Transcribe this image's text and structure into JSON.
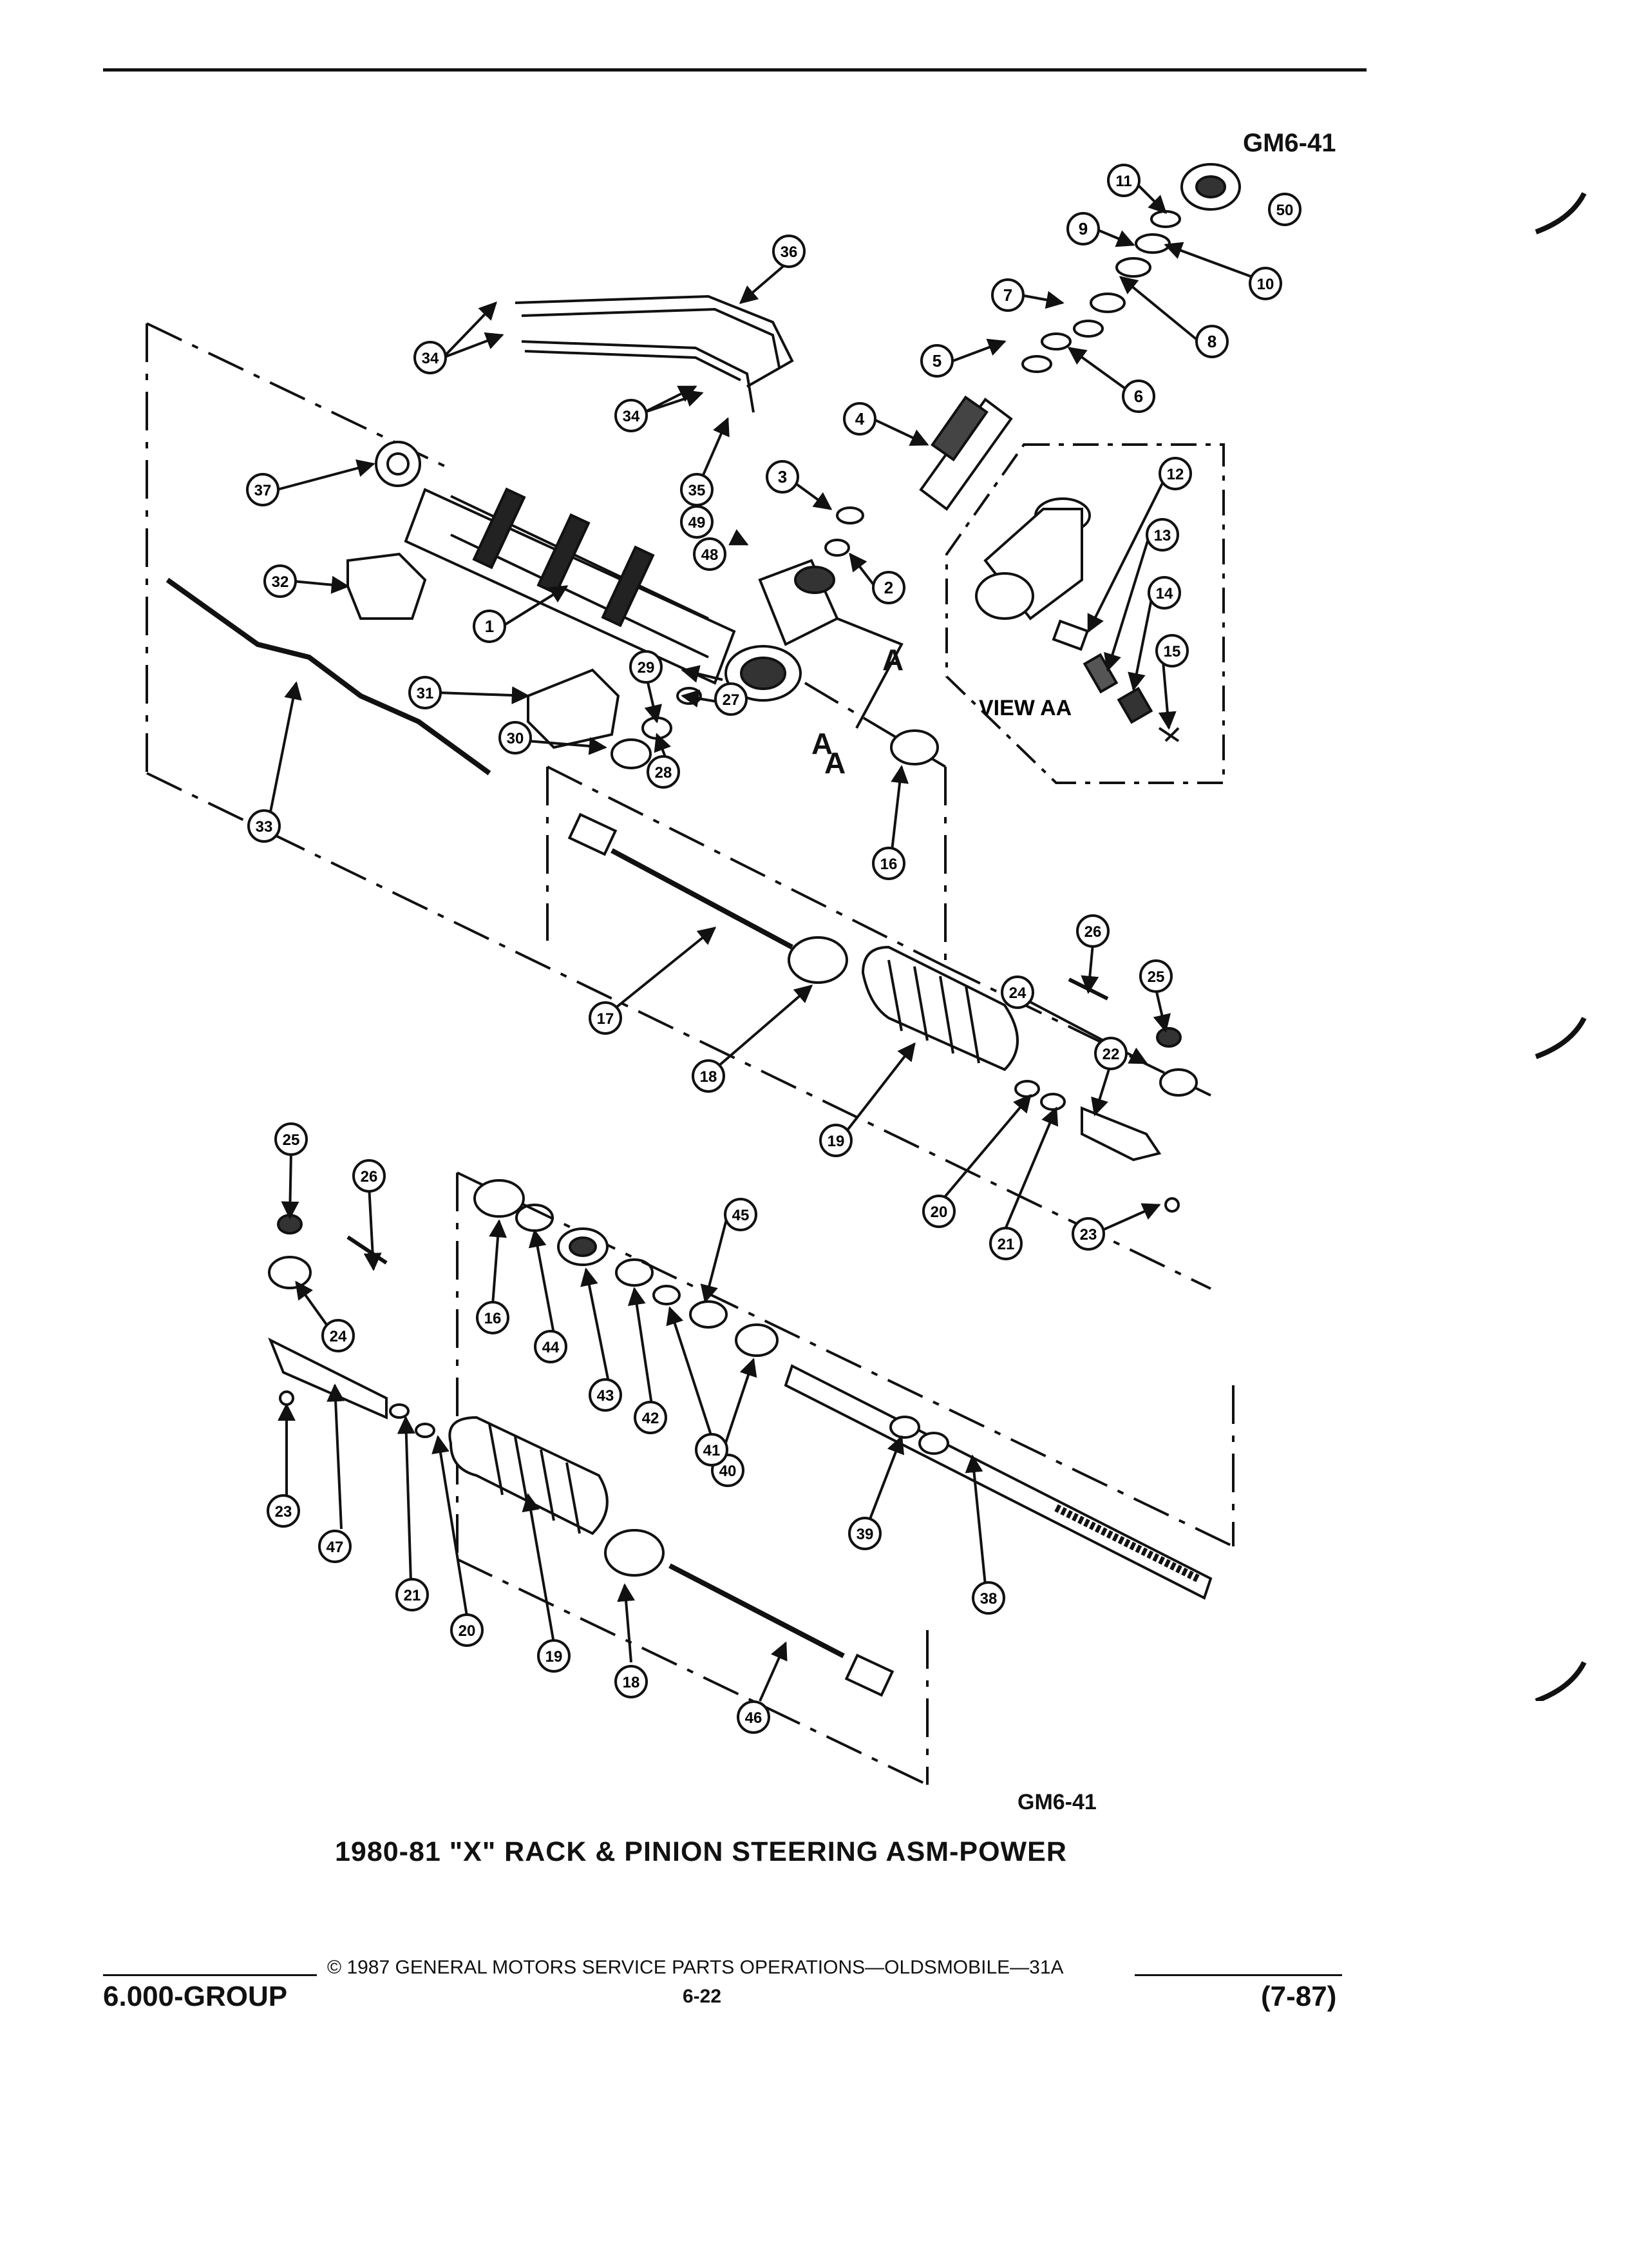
{
  "header": {
    "figure_id": "GM6-41"
  },
  "diagram": {
    "view_label": "VIEW AA",
    "section_marker": "A",
    "callouts": [
      "1",
      "2",
      "3",
      "4",
      "5",
      "6",
      "7",
      "8",
      "9",
      "10",
      "11",
      "12",
      "13",
      "14",
      "15",
      "16",
      "17",
      "18",
      "19",
      "20",
      "21",
      "22",
      "23",
      "24",
      "25",
      "26",
      "27",
      "28",
      "29",
      "30",
      "31",
      "32",
      "33",
      "34",
      "35",
      "36",
      "37",
      "38",
      "39",
      "40",
      "41",
      "42",
      "43",
      "44",
      "45",
      "46",
      "47",
      "48",
      "49",
      "50"
    ]
  },
  "footer": {
    "figure_id": "GM6-41",
    "caption": "1980-81 \"X\" RACK & PINION STEERING ASM-POWER",
    "copyright": "© 1987 GENERAL MOTORS SERVICE PARTS OPERATIONS—OLDSMOBILE—31A",
    "page_number": "6-22",
    "group": "6.000-GROUP",
    "date": "(7-87)"
  }
}
